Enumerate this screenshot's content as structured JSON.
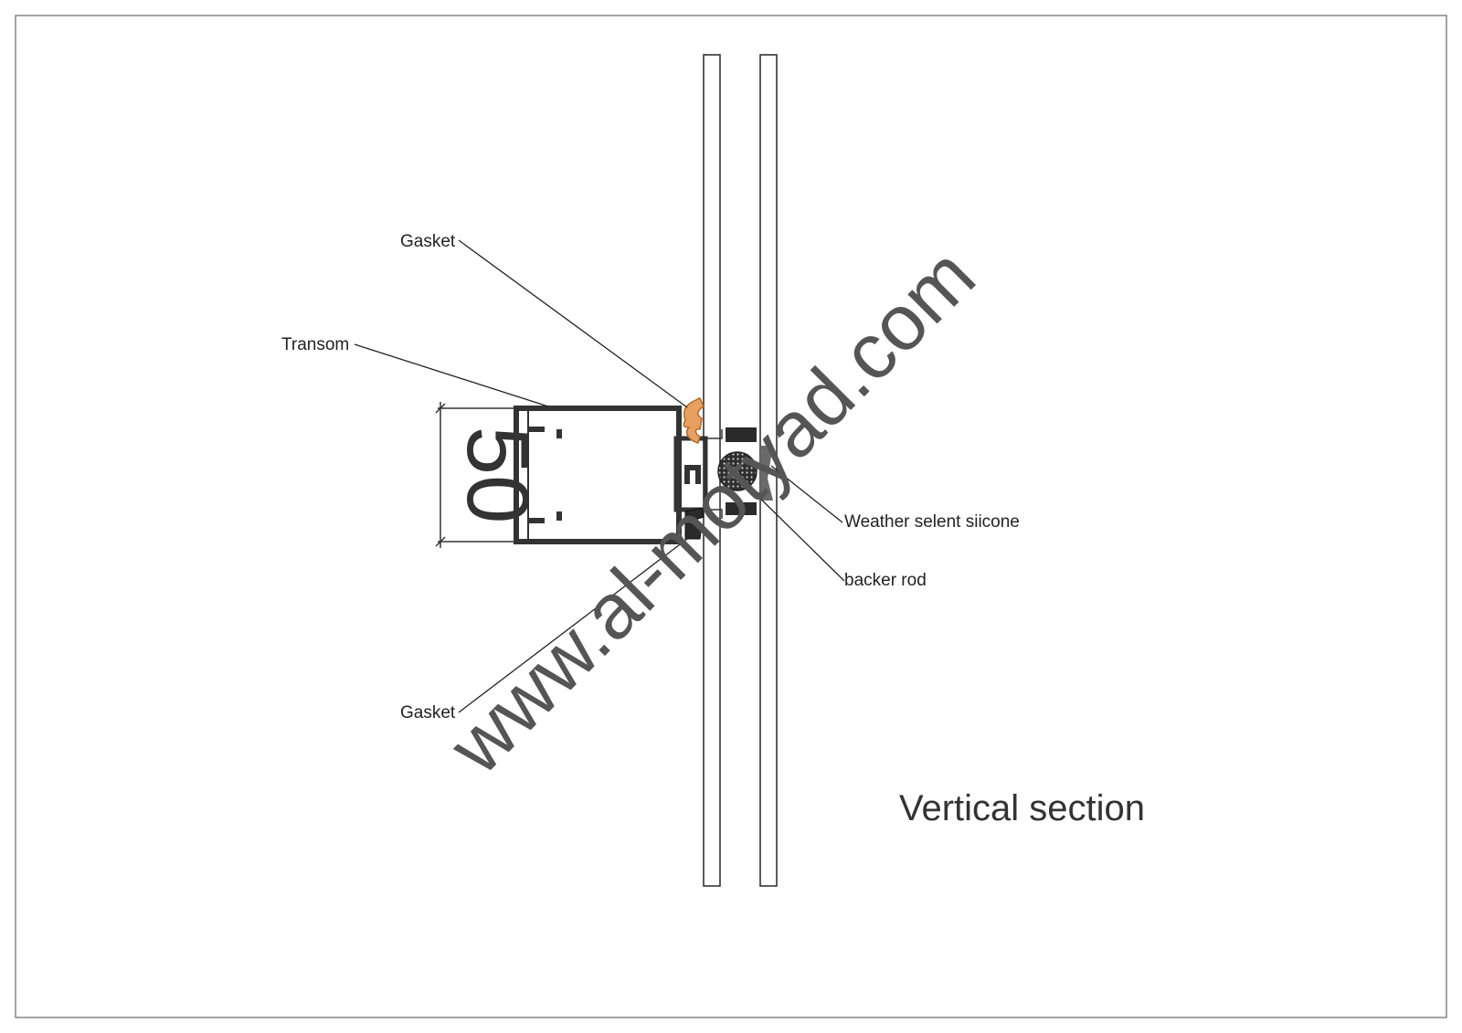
{
  "drawing": {
    "title": "Vertical section",
    "dimension": "50",
    "watermark": "www.al-motyad.com",
    "labels": {
      "gasket_top": "Gasket",
      "transom": "Transom",
      "gasket_bottom": "Gasket",
      "weather_sealant": "Weather selent siicone",
      "backer_rod": "backer rod"
    }
  },
  "colors": {
    "line": "#333333",
    "gasket": "#e8a060",
    "seal": "#2a2a2a",
    "sealant": "#6a6a6a",
    "watermark": "#555555"
  }
}
